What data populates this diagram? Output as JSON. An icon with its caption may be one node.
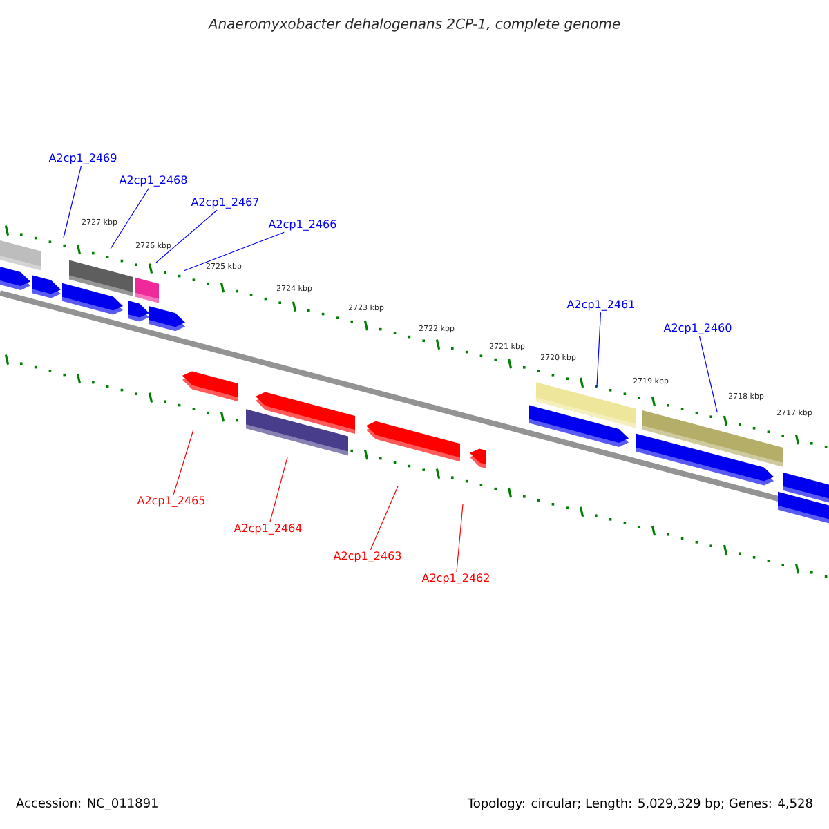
{
  "diagram": {
    "title": "Anaeromyxobacter dehalogenans 2CP-1, complete genome",
    "nodes": [
      {
        "text": [
          "A2cp1_2469"
        ]
      },
      {
        "text": [
          "A2cp1_2468"
        ]
      },
      {
        "text": [
          "A2cp1_2467"
        ]
      },
      {
        "text": [
          "A2cp1_2466"
        ]
      },
      {
        "text": [
          "A2cp1_2461"
        ]
      },
      {
        "text": [
          "A2cp1_2460"
        ]
      },
      {
        "text": [
          "A2cp1_2465"
        ]
      },
      {
        "text": [
          "A2cp1_2464"
        ]
      },
      {
        "text": [
          "A2cp1_2463"
        ]
      },
      {
        "text": [
          "A2cp1_2462"
        ]
      }
    ],
    "edges": [
      {
        "from": 0,
        "to": null,
        "arrow": "none"
      },
      {
        "from": 1,
        "to": null,
        "arrow": "none"
      },
      {
        "from": 2,
        "to": null,
        "arrow": "none"
      },
      {
        "from": 3,
        "to": null,
        "arrow": "none"
      },
      {
        "from": 4,
        "to": null,
        "arrow": "none"
      },
      {
        "from": 5,
        "to": null,
        "arrow": "none"
      },
      {
        "from": 6,
        "to": null,
        "arrow": "none",
        "color": "#ff0000"
      },
      {
        "from": 7,
        "to": null,
        "arrow": "none",
        "color": "#ff0000"
      },
      {
        "from": 8,
        "to": null,
        "arrow": "none",
        "color": "#ff0000"
      },
      {
        "from": 9,
        "to": null,
        "arrow": "none",
        "color": "#ff0000"
      }
    ],
    "labels": [
      "2727 kbp",
      "2726 kbp",
      "2725 kbp",
      "2724 kbp",
      "2723 kbp",
      "2722 kbp",
      "2721 kbp",
      "2720 kbp",
      "2719 kbp",
      "2718 kbp",
      "2717 kbp",
      "Accession: NC_011891",
      "Topology: circular; Length: 5,029,329 bp; Genes: 4,528"
    ]
  }
}
